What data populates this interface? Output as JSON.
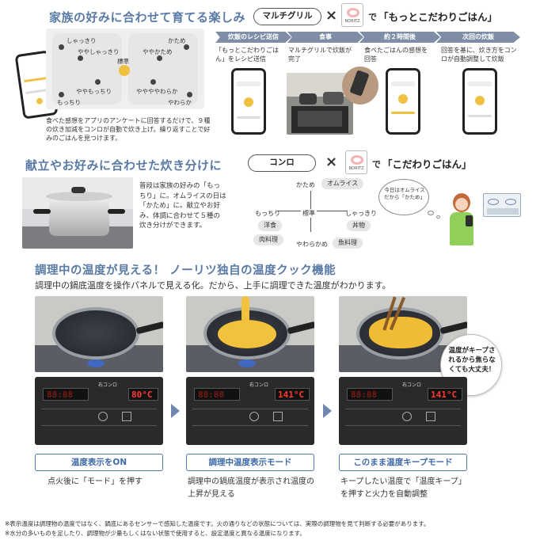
{
  "section1": {
    "title": "家族の好みに合わせて育てる楽しみ",
    "pill": "マルチグリル",
    "times": "×",
    "de": "で",
    "quote": "「もっとこだわりごはん」",
    "brand": "NORITZ",
    "map_labels": {
      "top_left": "しゃっきり",
      "top_left2": "ややしゃっきり",
      "top_right": "かため",
      "top_right2": "ややかため",
      "center": "標準",
      "bottom_left2": "ややもっちり",
      "bottom_left": "もっちり",
      "bottom_right2": "ややややわらか",
      "bottom_right": "やわらか"
    },
    "desc": "食べた感想をアプリのアンケートに回答するだけで、９種の炊き加減をコンロが自動で炊き上げ。繰り返すことで好みのごはんを見つけます。",
    "steps": [
      {
        "label": "炊飯のレシピ送信",
        "text": "「もっとこだわりごはん」をレシピ送信"
      },
      {
        "label": "食事",
        "text": "マルチグリルで炊飯が完了"
      },
      {
        "label": "約２時間後",
        "text": "食べたごはんの感想を回答"
      },
      {
        "label": "次回の炊飯",
        "text": "回答を基に、炊き方をコンロが自動調整して炊飯"
      }
    ]
  },
  "section2": {
    "title": "献立やお好みに合わせた炊き分けに",
    "pill": "コンロ",
    "times": "×",
    "de": "で",
    "quote": "「こだわりごはん」",
    "brand": "NORITZ",
    "desc": "普段は家族の好みの「もっちり」に。オムライスの日は「かため」に。献立やお好み、体調に合わせて５種の炊き分けができます。",
    "axis": {
      "top": "かため",
      "left": "もっちり",
      "center": "標準",
      "right": "しゃっきり",
      "bottom": "やわらかめ"
    },
    "chips": {
      "top": "オムライス",
      "left": "洋食",
      "left2": "肉料理",
      "right": "丼物",
      "bottom": "魚料理"
    },
    "bubble": "今日はオムライスだから「かため」"
  },
  "section3": {
    "title": "調理中の温度が見える！ ノーリツ独自の温度クック機能",
    "subtitle": "調理中の鍋底温度を操作パネルで見える化。だから、上手に調理できた温度がわかります。",
    "bubble": "温度がキープされるから焦らなくても大丈夫！",
    "panel_small": "右コンロ",
    "steps": [
      {
        "button": "温度表示をON",
        "desc": "点火後に「モード」を押す",
        "led": "80°C",
        "led_left": "88:88"
      },
      {
        "button": "調理中温度表示モード",
        "desc": "調理中の鍋底温度が表示され温度の上昇が見える",
        "led": "141°C",
        "led_left": "88:88"
      },
      {
        "button": "このまま温度キープモード",
        "desc": "キープしたい温度で「温度キープ」を押すと火力を自動調整",
        "led": "141°C",
        "led_left": "88:88"
      }
    ]
  },
  "footnotes": [
    "※表示温度は調理物の温度ではなく、鍋底にあるセンサーで感知した温度です。火の通りなどの状態については、実際の調理物を見て判断する必要があります。",
    "※水分の多いものを足したり、調理物が少量もしくはない状態で使用すると、設定温度と異なる温度になります。"
  ],
  "colors": {
    "accent": "#5a7aa6",
    "button_border": "#4f79b3",
    "step_bar": "#7f8ea6",
    "led": "#ff3b30",
    "rice_dot": "#f0c040"
  },
  "icons": [
    "phone-icon",
    "noritz-logo-icon",
    "arrow-right-icon",
    "fire-icon"
  ]
}
